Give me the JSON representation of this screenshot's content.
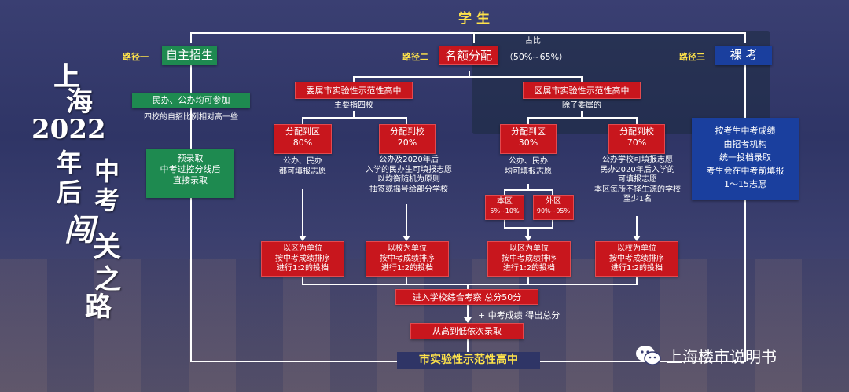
{
  "side_title": {
    "line1": "上",
    "line2": "海",
    "year": "2022",
    "line3": "年",
    "line4": "后",
    "zk1": "中",
    "zk2": "考",
    "chuang": "闯",
    "guan": "关",
    "zhi": "之",
    "lu": "路"
  },
  "top": {
    "student": "学 生"
  },
  "path1": {
    "tag": "路径一",
    "title": "自主招生",
    "box1": "民办、公办均可参加",
    "note1": "四校的自招比例相对高一些",
    "box2": "预录取\n中考过控分线后\n直接录取"
  },
  "path2": {
    "tag": "路径二",
    "title": "名额分配",
    "ratio_label": "占比",
    "ratio_value": "（50%~65%）",
    "left_head": "委属市实验性示范性高中",
    "left_note": "主要指四校",
    "right_head": "区属市实验性示范性高中",
    "right_note": "除了委属的",
    "a_title": "分配到区\n80%",
    "a_note": "公办、民办\n都可填报志愿",
    "b_title": "分配到校\n20%",
    "b_note": "公办及2020年后\n入学的民办生可填报志愿\n以均衡随机为原则\n抽签或摇号给部分学校",
    "c_title": "分配到区\n30%",
    "c_note": "公办、民办\n均可填报志愿",
    "c_sub1_title": "本区",
    "c_sub1_pct": "5%~10%",
    "c_sub2_title": "外区",
    "c_sub2_pct": "90%~95%",
    "d_title": "分配到校\n70%",
    "d_note": "公办学校可填报志愿\n民办2020年后入学的\n可填报志愿\n本区每所不择生源的学校\n至少1名",
    "rank1": "以区为单位\n按中考成绩排序\n进行1:2的投档",
    "rank2": "以校为单位\n按中考成绩排序\n进行1:2的投档",
    "rank3": "以区为单位\n按中考成绩排序\n进行1:2的投档",
    "rank4": "以校为单位\n按中考成绩排序\n进行1:2的投档",
    "eval": "进入学校综合考察  总分50分",
    "plus": "+ 中考成绩 得出总分",
    "admit": "从高到低依次录取"
  },
  "path3": {
    "tag": "路径三",
    "title": "裸 考",
    "box": "按考生中考成绩\n由招考机构\n统一投档录取\n考生会在中考前填报\n1～15志愿"
  },
  "bottom": {
    "final": "市实验性示范性高中"
  },
  "watermark": {
    "icon": "wechat-icon",
    "text": "上海楼市说明书"
  },
  "colors": {
    "red": "#c8161d",
    "green": "#1e8a50",
    "blue": "#1a3f9e",
    "yellow": "#ffe34a"
  }
}
